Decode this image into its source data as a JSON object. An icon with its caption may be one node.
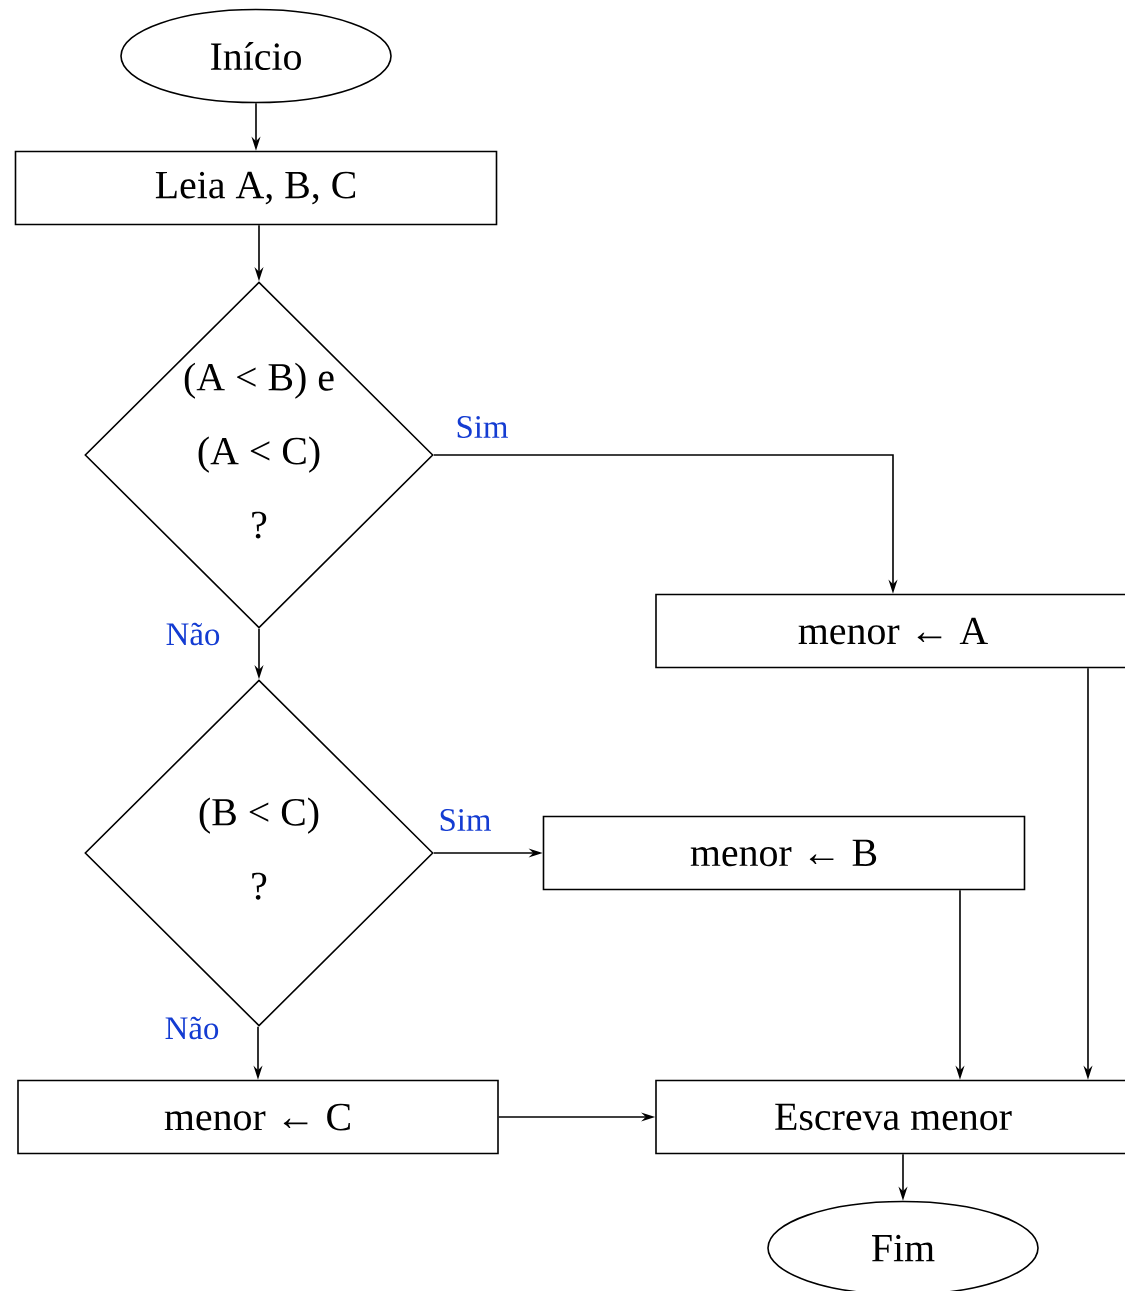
{
  "diagram": {
    "nodes": [
      {
        "text": [
          "Início"
        ]
      },
      {
        "text": [
          "Leia A, B, C"
        ]
      },
      {
        "text": [
          "(A < B)  e",
          "(A < C)",
          "?"
        ]
      },
      {
        "text": [
          "menor ← A"
        ]
      },
      {
        "text": [
          "(B < C)",
          "?"
        ]
      },
      {
        "text": [
          "menor ← B"
        ]
      },
      {
        "text": [
          "menor ← C"
        ]
      },
      {
        "text": [
          "Escreva menor"
        ]
      },
      {
        "text": [
          "Fim"
        ]
      }
    ],
    "edges": [
      {
        "from": 0,
        "to": 1,
        "arrow": "to"
      },
      {
        "from": 1,
        "to": 2,
        "arrow": "to"
      },
      {
        "from": 2,
        "to": 3,
        "arrow": "to",
        "label": "Sim"
      },
      {
        "from": 2,
        "to": 4,
        "arrow": "to",
        "label": "Não"
      },
      {
        "from": 4,
        "to": 5,
        "arrow": "to",
        "label": "Sim"
      },
      {
        "from": 4,
        "to": 6,
        "arrow": "to",
        "label": "Não"
      },
      {
        "from": 6,
        "to": 7,
        "arrow": "to"
      },
      {
        "from": 5,
        "to": 7,
        "arrow": "to"
      },
      {
        "from": 3,
        "to": 7,
        "arrow": "to"
      },
      {
        "from": 7,
        "to": 8,
        "arrow": "to"
      }
    ]
  }
}
